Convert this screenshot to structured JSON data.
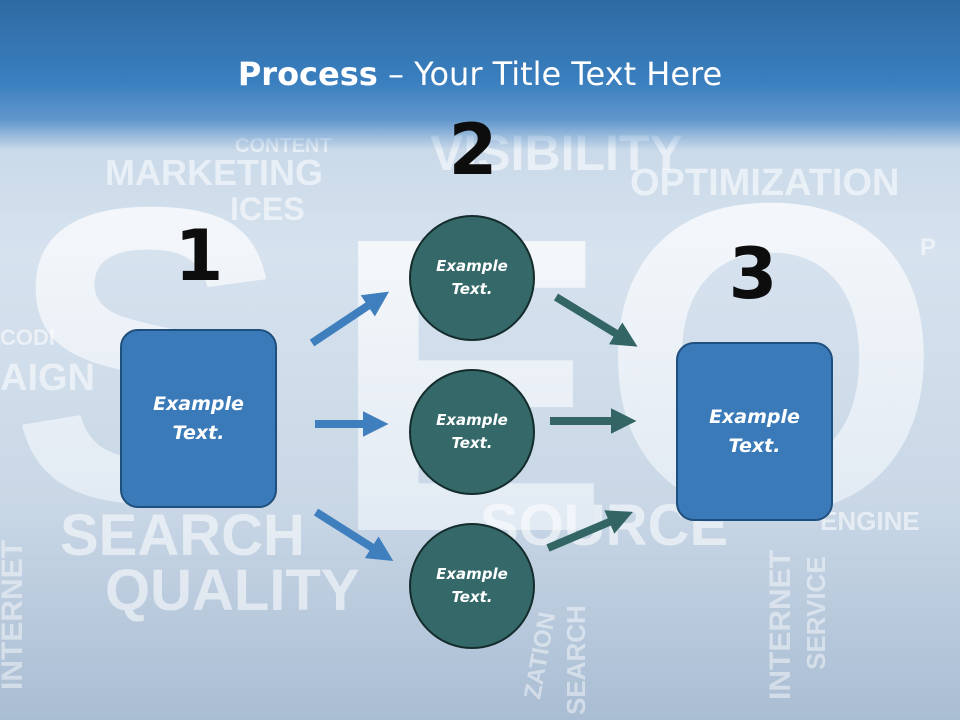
{
  "title": {
    "bold": "Process",
    "rest": " – Your Title Text Here"
  },
  "steps": [
    {
      "number": "1",
      "text": "Example Text."
    },
    {
      "number": "2",
      "text": "Example Text."
    },
    {
      "number": "3",
      "text": "Example Text."
    }
  ],
  "middle_nodes": [
    {
      "text": "Example Text."
    },
    {
      "text": "Example Text."
    },
    {
      "text": "Example Text."
    }
  ],
  "colors": {
    "header": "#3a7fbf",
    "step_box": "#3a7ab8",
    "circle": "#356868",
    "arrow_blue": "#3f7fbd",
    "arrow_teal": "#336565"
  }
}
